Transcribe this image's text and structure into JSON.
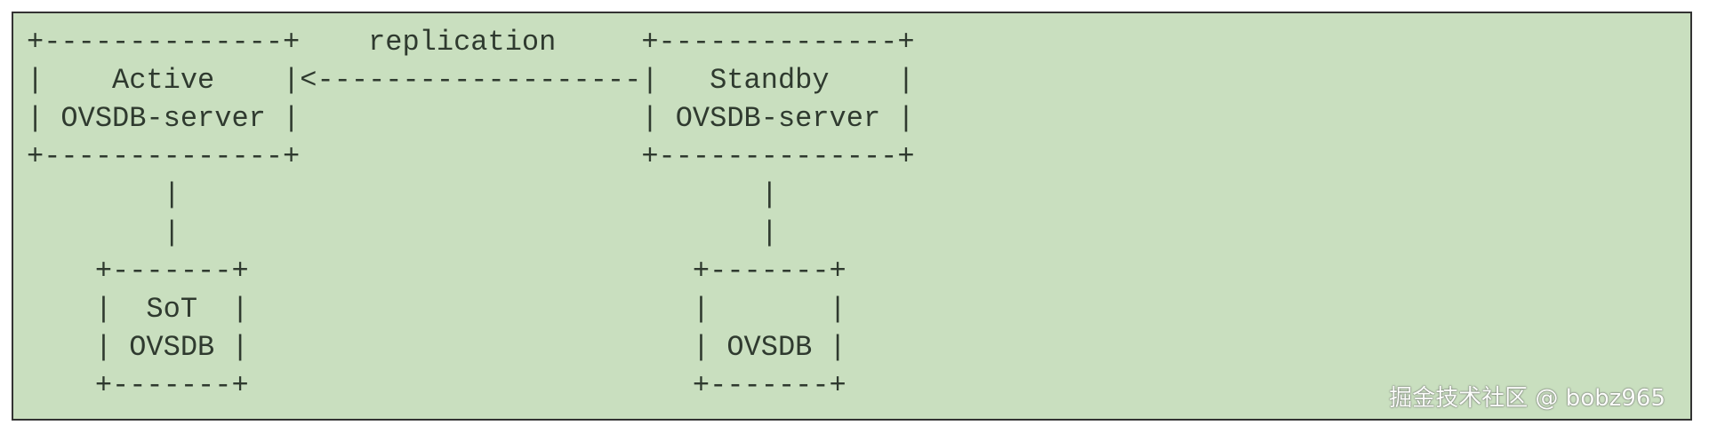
{
  "diagram": {
    "lines": [
      "+--------------+    replication     +--------------+",
      "|    Active    |<-------------------|   Standby    |",
      "| OVSDB-server |                    | OVSDB-server |",
      "+--------------+                    +--------------+",
      "        |                                  |",
      "        |                                  |",
      "    +-------+                          +-------+",
      "    |  SoT  |                          |       |",
      "    | OVSDB |                          | OVSDB |",
      "    +-------+                          +-------+"
    ]
  },
  "watermark": {
    "text": "掘金技术社区 @ bobz965"
  }
}
